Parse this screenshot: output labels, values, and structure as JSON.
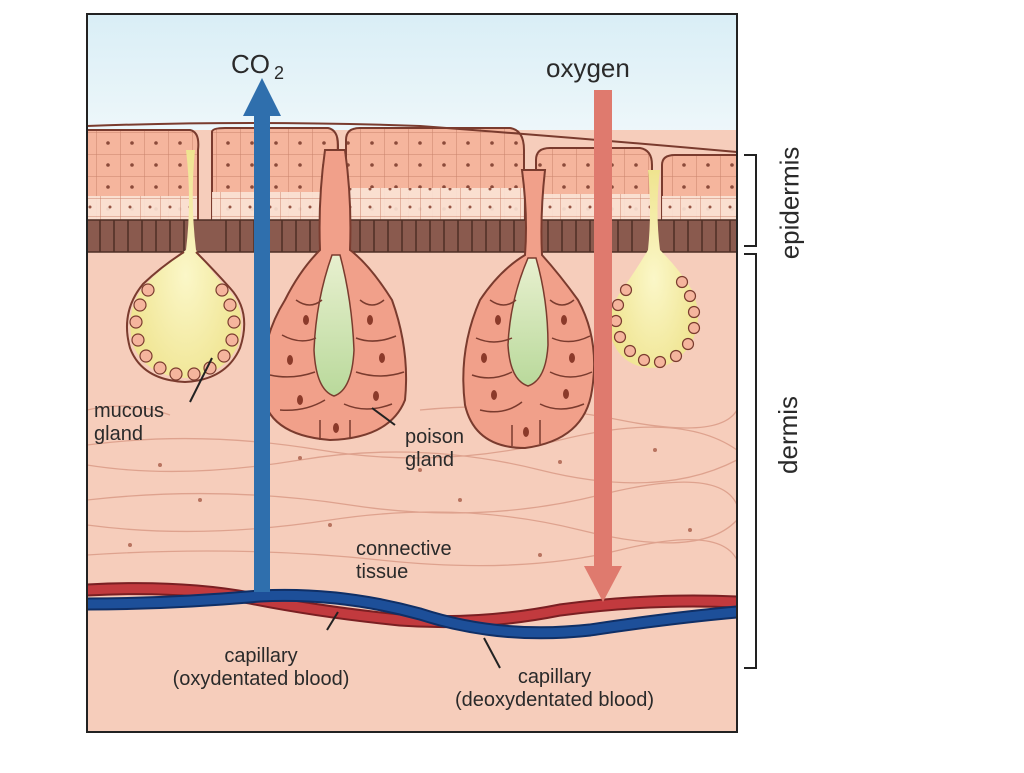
{
  "labels": {
    "co2": {
      "main": "CO",
      "sub": "2"
    },
    "oxygen": "oxygen",
    "epidermis": "epidermis",
    "dermis": "dermis",
    "mucous_gland": [
      "mucous",
      "gland"
    ],
    "poison_gland": [
      "poison",
      "gland"
    ],
    "connective_tissue": [
      "connective",
      "tissue"
    ],
    "capillary_oxy": [
      "capillary",
      "(oxydentated blood)"
    ],
    "capillary_deoxy": [
      "capillary",
      "(deoxydentated blood)"
    ]
  },
  "colors": {
    "sky": "#e4f2f8",
    "dermis": "#f6cdbb",
    "epidermis_cells": "#f3a88f",
    "basal_layer": "#8a5a4e",
    "mucus": "#f5efa5",
    "poison": "#cfe3b2",
    "co2_arrow": "#2f6fad",
    "oxygen_arrow": "#df7a6e",
    "oxy_capillary": "#c23a3e",
    "deoxy_capillary": "#1d4f99"
  }
}
